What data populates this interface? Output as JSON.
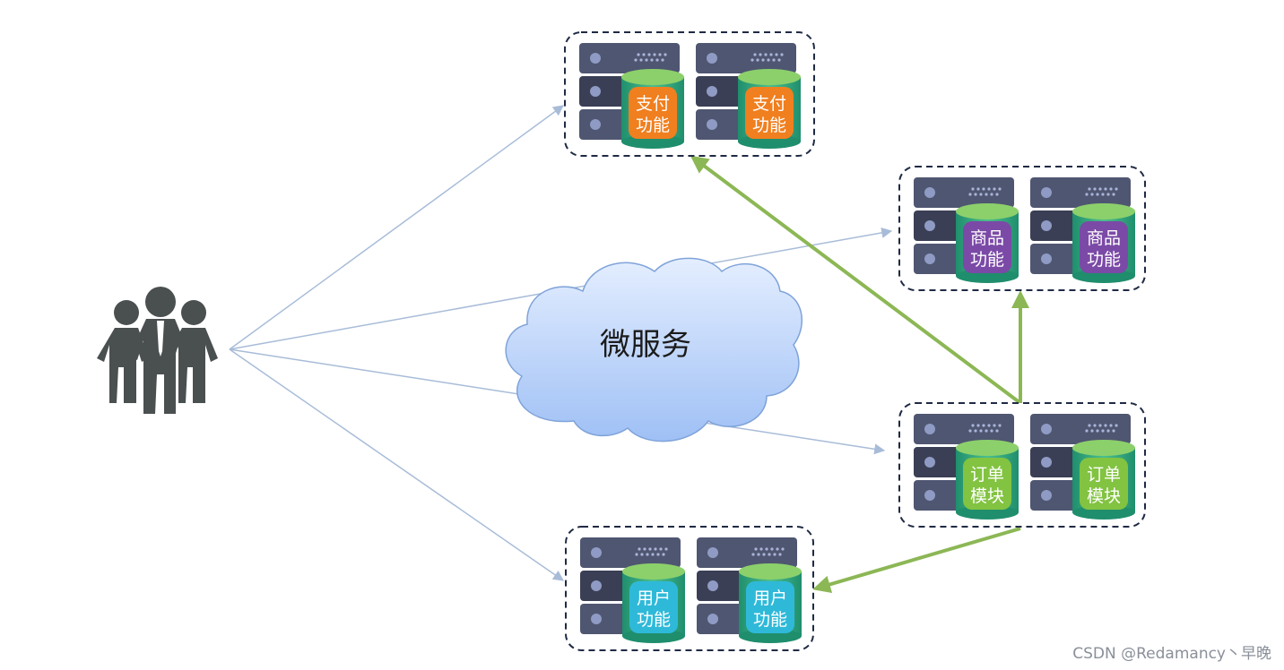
{
  "cloud": {
    "label": "微服务"
  },
  "users_icon": "users-group-icon",
  "clusters": [
    {
      "id": "payment",
      "line1": "支付",
      "line2": "功能",
      "color": "#f07f1f"
    },
    {
      "id": "product",
      "line1": "商品",
      "line2": "功能",
      "color": "#7b4aa6"
    },
    {
      "id": "order",
      "line1": "订单",
      "line2": "模块",
      "color": "#82c341"
    },
    {
      "id": "user",
      "line1": "用户",
      "line2": "功能",
      "color": "#2fb9d9"
    }
  ],
  "colors": {
    "server": "#4f5671",
    "server_dark": "#3a3f55",
    "cylinder": "#39a980",
    "cylinder_top": "#8cd06b",
    "client_arrow": "#a8bcd8",
    "service_arrow": "#8cb755",
    "cloud_fill": "#c6dcfc",
    "people": "#4a4f50"
  },
  "watermark": "CSDN @Redamancy丶早晚"
}
